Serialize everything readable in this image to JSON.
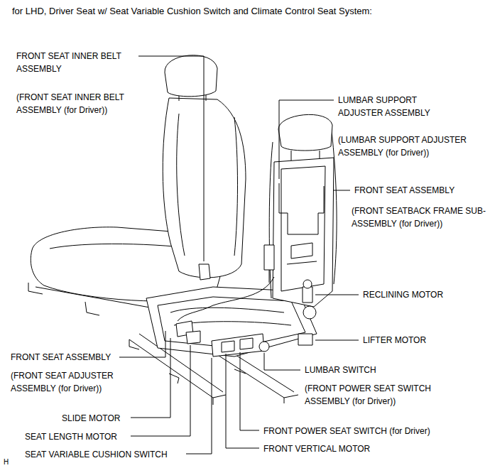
{
  "diagram": {
    "title": "for LHD, Driver Seat w/ Seat Variable Cushion Switch and Climate Control Seat System:",
    "labels": [
      "FRONT SEAT INNER BELT ASSEMBLY",
      "(FRONT SEAT INNER BELT ASSEMBLY (for Driver))",
      "LUMBAR SUPPORT ADJUSTER ASSEMBLY",
      "(LUMBAR SUPPORT ADJUSTER ASSEMBLY (for Driver))",
      "FRONT SEAT ASSEMBLY",
      "(FRONT SEATBACK FRAME SUB-ASSEMBLY (for Driver))",
      "RECLINING MOTOR",
      "LIFTER MOTOR",
      "FRONT SEAT ASSEMBLY",
      "(FRONT SEAT ADJUSTER ASSEMBLY (for Driver))",
      "LUMBAR SWITCH",
      "(FRONT POWER SEAT SWITCH ASSEMBLY (for Driver))",
      "SLIDE MOTOR",
      "SEAT LENGTH MOTOR",
      "FRONT POWER SEAT SWITCH (for Driver)",
      "SEAT VARIABLE CUSHION SWITCH",
      "FRONT VERTICAL MOTOR",
      "H"
    ]
  }
}
